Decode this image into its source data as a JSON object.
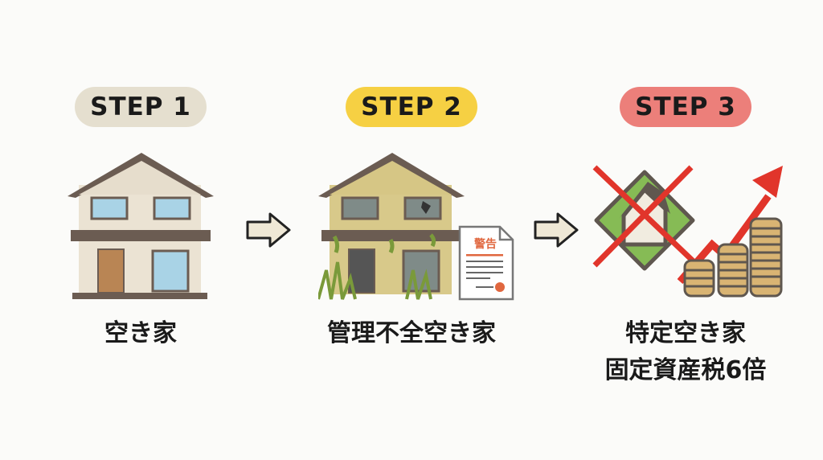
{
  "steps": [
    {
      "badge": "STEP 1",
      "label": "空き家",
      "badge_color": "#e5dfcf"
    },
    {
      "badge": "STEP 2",
      "label": "管理不全空き家",
      "badge_color": "#f6d043",
      "document_title": "警告"
    },
    {
      "badge": "STEP 3",
      "label_line1": "特定空き家",
      "label_line2": "固定資産税6倍",
      "badge_color": "#ec7f7a"
    }
  ]
}
